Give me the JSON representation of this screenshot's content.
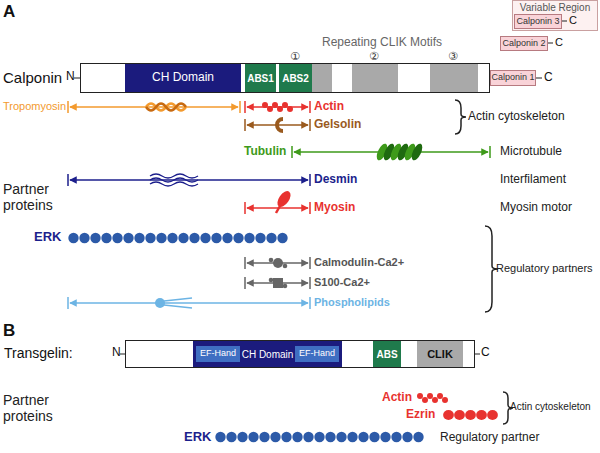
{
  "diagram": {
    "nodes": [
      {
        "text": [
          "Variable Region"
        ]
      },
      {
        "text": [
          "Calponin 3"
        ],
        "in": 0
      },
      {
        "text": [
          "Calponin 2"
        ]
      },
      {
        "text": [
          "Calponin"
        ]
      },
      {
        "text": [
          "CH Domain"
        ],
        "in": 3
      },
      {
        "text": [
          "ABS1"
        ],
        "in": 3
      },
      {
        "text": [
          "ABS2"
        ],
        "in": 3
      },
      {
        "text": [
          "Calponin 1"
        ]
      },
      {
        "text": [
          "Transgelin:"
        ]
      },
      {
        "text": [
          "CH Domain"
        ],
        "in": 8
      },
      {
        "text": [
          "EF-Hand"
        ],
        "in": 9
      },
      {
        "text": [
          "EF-Hand"
        ],
        "in": 9
      },
      {
        "text": [
          "ABS"
        ],
        "in": 8
      },
      {
        "text": [
          "CLIK"
        ],
        "in": 8
      }
    ],
    "labels": [
      "A",
      "Repeating CLIK Motifs",
      "①",
      "②",
      "③",
      "N",
      "C",
      "C",
      "C",
      "Partner proteins",
      "Tropomyosin",
      "Actin",
      "Gelsolin",
      "Actin cytoskeleton",
      "Tubulin",
      "Microtubule",
      "Desmin",
      "Interfilament",
      "Myosin",
      "Myosin motor",
      "ERK",
      "Calmodulin-Ca2+",
      "S100-Ca2+",
      "Phospholipids",
      "Regulatory partners",
      "B",
      "N",
      "C",
      "Partner proteins",
      "Actin",
      "Ezrin",
      "Actin cytoskeleton",
      "ERK",
      "Regulatory partner"
    ]
  }
}
